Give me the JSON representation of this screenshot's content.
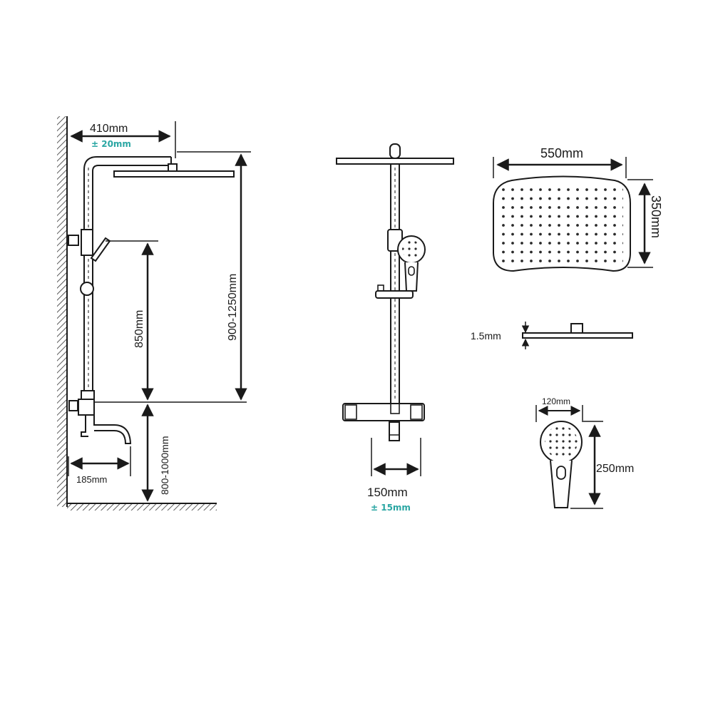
{
  "colors": {
    "line": "#1a1a1a",
    "tolerance": "#2aa6a3",
    "background": "#ffffff"
  },
  "side_view": {
    "arm_length": "410mm",
    "arm_tolerance": "± 20mm",
    "holder_height": "850mm",
    "head_height": "900-1250mm",
    "spout_length": "185mm",
    "valve_height": "800-1000mm"
  },
  "front_view": {
    "valve_width": "150mm",
    "valve_tolerance": "± 15mm"
  },
  "overhead_shower": {
    "width": "550mm",
    "depth": "350mm",
    "thickness": "1.5mm"
  },
  "hand_shower": {
    "diameter": "120mm",
    "length": "250mm"
  }
}
